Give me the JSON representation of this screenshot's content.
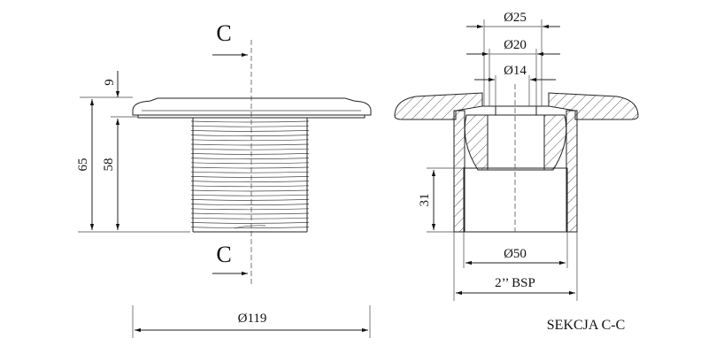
{
  "front_view": {
    "section_mark_top": "C",
    "section_mark_bottom": "C",
    "dim_flange_height": "9",
    "dim_total_height": "65",
    "dim_thread_height": "58",
    "dim_flange_diameter": "Ø119"
  },
  "section_view": {
    "dim_d25": "Ø25",
    "dim_d20": "Ø20",
    "dim_d14": "Ø14",
    "dim_socket_depth": "31",
    "dim_d50": "Ø50",
    "dim_thread": "2’’ BSP",
    "title": "SEKCJA C-C"
  }
}
